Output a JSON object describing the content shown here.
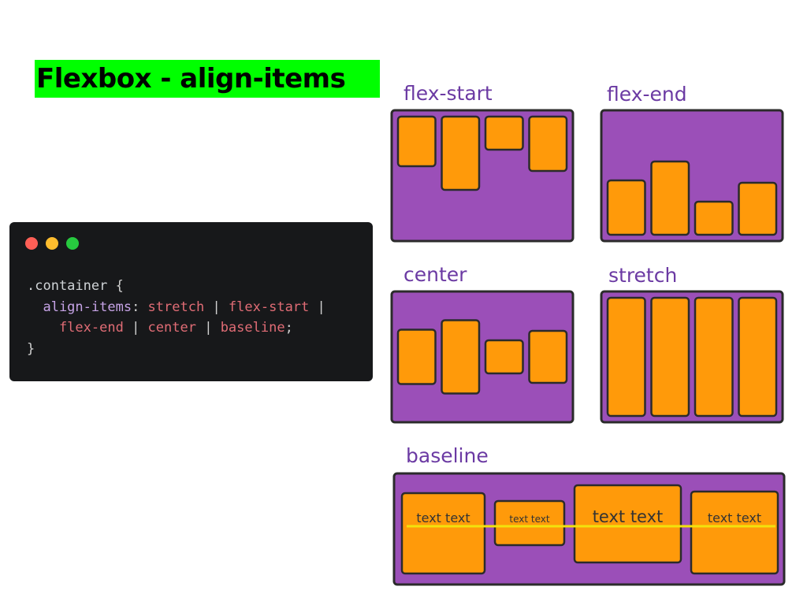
{
  "title": "Flexbox - align-items",
  "code_window": {
    "dot_colors": [
      "#ff5f56",
      "#ffbd2e",
      "#27c93f"
    ],
    "lines": [
      [
        {
          "t": ".container ",
          "c": "sel"
        },
        {
          "t": "{",
          "c": "punc"
        }
      ],
      [
        {
          "t": "  align-items",
          "c": "prop"
        },
        {
          "t": ": ",
          "c": "punc"
        },
        {
          "t": "stretch",
          "c": "val"
        },
        {
          "t": " | ",
          "c": "punc"
        },
        {
          "t": "flex-start",
          "c": "val"
        },
        {
          "t": " |",
          "c": "punc"
        }
      ],
      [
        {
          "t": "    flex-end",
          "c": "val"
        },
        {
          "t": " | ",
          "c": "punc"
        },
        {
          "t": "center",
          "c": "val"
        },
        {
          "t": " | ",
          "c": "punc"
        },
        {
          "t": "baseline",
          "c": "val"
        },
        {
          "t": ";",
          "c": "punc"
        }
      ],
      [
        {
          "t": "}",
          "c": "punc"
        }
      ]
    ]
  },
  "diagram": {
    "colors": {
      "container": "#9b4fb8",
      "border": "#2b2b2b",
      "item": "#ff9a0a",
      "label": "#6b3aa3",
      "baseline_line": "#f2e20c"
    },
    "panels": [
      {
        "label": "flex-start",
        "align": "flex-start",
        "item_heights": [
          0.42,
          0.62,
          0.28,
          0.46
        ]
      },
      {
        "label": "flex-end",
        "align": "flex-end",
        "item_heights": [
          0.46,
          0.62,
          0.28,
          0.44
        ]
      },
      {
        "label": "center",
        "align": "center",
        "item_heights": [
          0.46,
          0.62,
          0.28,
          0.44
        ]
      },
      {
        "label": "stretch",
        "align": "stretch",
        "item_heights": [
          1,
          1,
          1,
          1
        ]
      },
      {
        "label": "baseline",
        "align": "baseline",
        "items": [
          "text text",
          "text text",
          "text text",
          "text text"
        ]
      }
    ]
  }
}
